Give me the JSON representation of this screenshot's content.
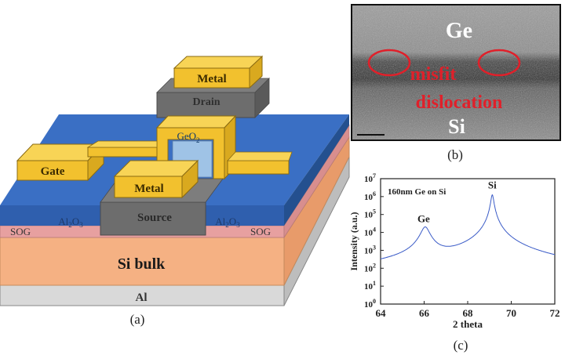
{
  "figure": {
    "panel_a": {
      "caption": "(a)",
      "labels": {
        "metal_top": "Metal",
        "drain": "Drain",
        "geo2_main": "GeO",
        "geo2_sub": "2",
        "gate": "Gate",
        "metal_bottom": "Metal",
        "source": "Source",
        "al2o3_left_main": "Al",
        "al2o3_left_sub1": "2",
        "al2o3_left_mid": "O",
        "al2o3_left_sub2": "3",
        "al2o3_right_main": "Al",
        "al2o3_right_sub1": "2",
        "al2o3_right_mid": "O",
        "al2o3_right_sub2": "3",
        "sog_left": "SOG",
        "sog_right": "SOG",
        "si_bulk": "Si bulk",
        "al": "Al"
      },
      "colors": {
        "substrate": "#f5b183",
        "sog": "#e7a0a0",
        "al_bottom": "#d9d9d9",
        "dielectric": "#3a6fc4",
        "metal": "#f2c12e",
        "source_drain": "#6d6d6d"
      }
    },
    "panel_b": {
      "caption": "(b)",
      "labels": {
        "ge": "Ge",
        "misfit": "misfit",
        "dislocation": "dislocation",
        "si": "Si"
      },
      "colors": {
        "annotation": "#e0202a"
      }
    },
    "panel_c": {
      "caption": "(c)",
      "annotation": "160nm Ge on Si",
      "peak_labels": {
        "ge": "Ge",
        "si": "Si"
      }
    }
  },
  "chart_data": {
    "type": "line",
    "xlabel": "2 theta",
    "ylabel": "Intensity (a.u.)",
    "xlim": [
      64,
      72
    ],
    "ylim_log10": [
      0,
      7
    ],
    "yscale": "log",
    "x_ticks": [
      64,
      66,
      68,
      70,
      72
    ],
    "y_ticks_exp": [
      0,
      1,
      2,
      3,
      4,
      5,
      6,
      7
    ],
    "y_tick_base": "10",
    "series": [
      {
        "color": "#3a5bc7",
        "peaks": [
          {
            "x": 66.05,
            "log10_intensity": 4.3,
            "label": "Ge"
          },
          {
            "x": 69.13,
            "log10_intensity": 6.1,
            "label": "Si"
          }
        ]
      }
    ]
  }
}
